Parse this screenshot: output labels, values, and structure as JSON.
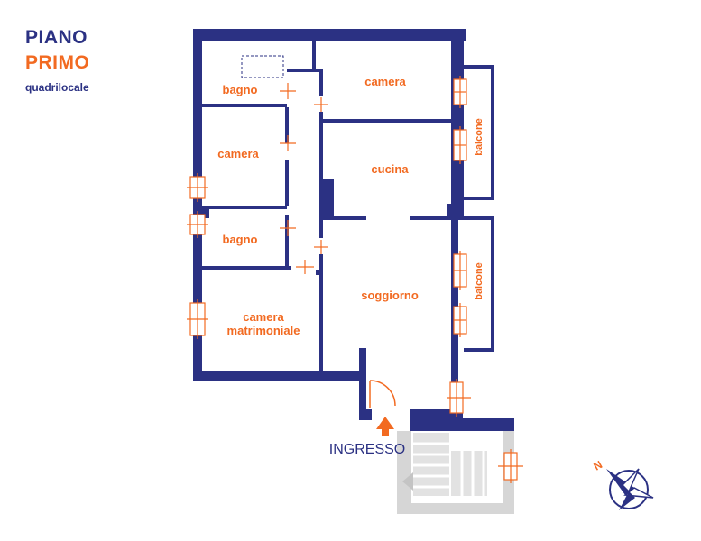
{
  "header": {
    "line1": "PIANO",
    "line2": "PRIMO",
    "line3": "quadrilocale"
  },
  "rooms": {
    "bagno_top": "bagno",
    "camera_top_right": "camera",
    "camera_left": "camera",
    "cucina": "cucina",
    "bagno_mid": "bagno",
    "soggiorno": "soggiorno",
    "camera_matrimoniale_1": "camera",
    "camera_matrimoniale_2": "matrimoniale",
    "balcone_top": "balcone",
    "balcone_bottom": "balcone"
  },
  "entrance": "INGRESSO",
  "compass": {
    "label": "N"
  },
  "colors": {
    "wall": "#2b3183",
    "accent": "#f26a21",
    "stairs": "#cfcfcf"
  }
}
